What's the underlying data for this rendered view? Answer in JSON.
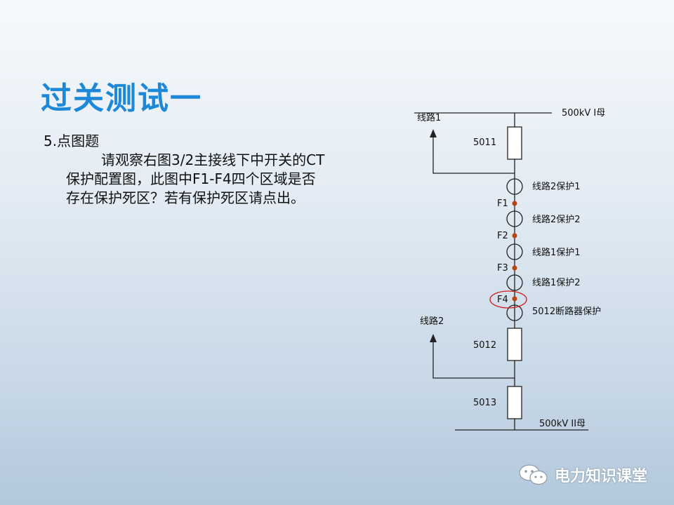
{
  "title": "过关测试一",
  "question": {
    "number": "5.点图题",
    "line1": "请观察右图3/2主接线下中开关的CT",
    "line2": "保护配置图，此图中F1-F4四个区域是否",
    "line3": "存在保护死区？若有保护死区请点出。"
  },
  "diagram": {
    "bus1": "500kV I母",
    "bus2": "500kV II母",
    "line1": "线路1",
    "line2": "线路2",
    "breaker_5011": "5011",
    "breaker_5012": "5012",
    "breaker_5013": "5013",
    "ct_labels": [
      "线路2保护1",
      "线路2保护2",
      "线路1保护1",
      "线路1保护2",
      "5012断路器保护"
    ],
    "faults": [
      "F1",
      "F2",
      "F3",
      "F4"
    ],
    "colors": {
      "line": "#222222",
      "fault_dot": "#b8460a",
      "highlight": "#d02020"
    }
  },
  "watermark": {
    "text": "电力知识课堂",
    "icon": "wechat-icon"
  }
}
